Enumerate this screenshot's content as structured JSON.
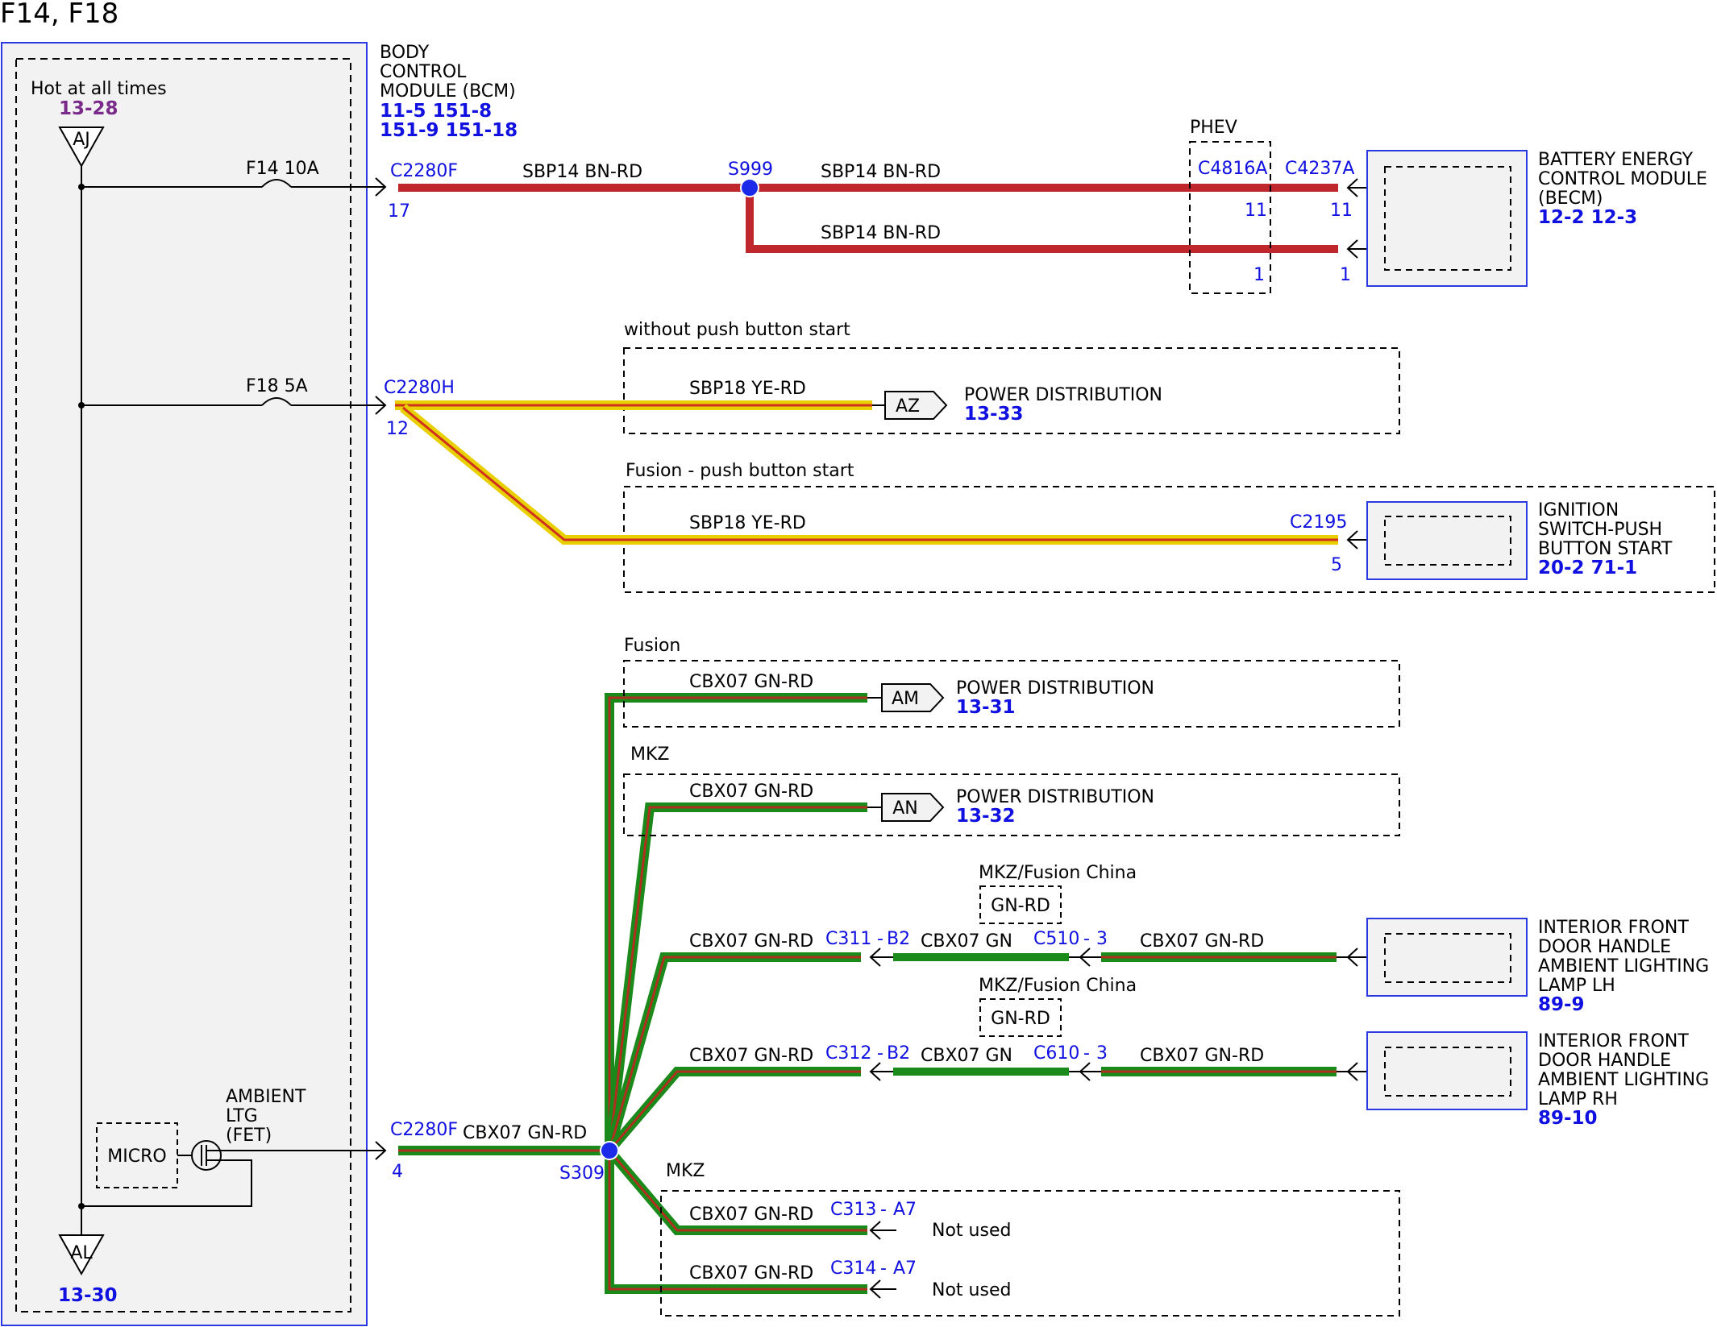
{
  "page_title": "F14, F18",
  "bcm": {
    "hot_label": "Hot at all times",
    "hot_ref": "13-28",
    "top_conn": "AJ",
    "bottom_conn": "AL",
    "bottom_ref": "13-30",
    "name_lines": [
      "BODY",
      "CONTROL",
      "MODULE (BCM)"
    ],
    "refs_line1": "11-5   151-8",
    "refs_line2": "151-9   151-18",
    "micro_label": "MICRO",
    "fet_lines": [
      "AMBIENT",
      "LTG",
      "(FET)"
    ],
    "fuse_f14": "F14   10A",
    "fuse_f18": "F18   5A",
    "c2280f_top": "C2280F",
    "c2280f_top_pin": "17",
    "c2280h": "C2280H",
    "c2280h_pin": "12",
    "c2280f_bottom": "C2280F",
    "c2280f_bottom_pin": "4"
  },
  "wires": {
    "sbp14": "SBP14   BN-RD",
    "sbp18": "SBP18   YE-RD",
    "cbx07": "CBX07   GN-RD",
    "cbx07_short": "CBX07   GN-RD",
    "cbx07_gn": "CBX07   GN",
    "gn_rd": "GN-RD"
  },
  "splices": {
    "s999": "S999",
    "s309": "S309"
  },
  "becm": {
    "phev": "PHEV",
    "c4816a": "C4816A",
    "c4237a": "C4237A",
    "pin11a": "11",
    "pin11b": "11",
    "pin1a": "1",
    "pin1b": "1",
    "name_lines": [
      "BATTERY ENERGY",
      "CONTROL MODULE",
      "(BECM)"
    ],
    "refs": "12-2   12-3"
  },
  "az_group": {
    "caption": "without push button start",
    "conn": "AZ",
    "label": "POWER DISTRIBUTION",
    "ref": "13-33"
  },
  "ignition": {
    "caption": "Fusion - push button start",
    "conn": "C2195",
    "pin": "5",
    "name_lines": [
      "IGNITION",
      "SWITCH-PUSH",
      "BUTTON START"
    ],
    "refs": "20-2   71-1"
  },
  "am_group": {
    "caption": "Fusion",
    "conn": "AM",
    "label": "POWER DISTRIBUTION",
    "ref": "13-31"
  },
  "an_group": {
    "caption": "MKZ",
    "conn": "AN",
    "label": "POWER DISTRIBUTION",
    "ref": "13-32"
  },
  "lh": {
    "option": "MKZ/Fusion China",
    "c311": "C311",
    "c311_pin": "B2",
    "c510": "C510",
    "c510_pin": "3",
    "name_lines": [
      "INTERIOR FRONT",
      "DOOR HANDLE",
      "AMBIENT LIGHTING",
      "LAMP LH"
    ],
    "ref": "89-9"
  },
  "rh": {
    "option": "MKZ/Fusion China",
    "c312": "C312",
    "c312_pin": "B2",
    "c610": "C610",
    "c610_pin": "3",
    "name_lines": [
      "INTERIOR FRONT",
      "DOOR HANDLE",
      "AMBIENT LIGHTING",
      "LAMP RH"
    ],
    "ref": "89-10"
  },
  "notused_group": {
    "caption": "MKZ",
    "c313": "C313",
    "c313_pin": "A7",
    "c314": "C314",
    "c314_pin": "A7",
    "not_used": "Not used"
  },
  "colors": {
    "bn_rd": "#c0272d",
    "ye_rd_outer": "#e8d000",
    "ye_rd_inner": "#d03020",
    "gn": "#1a8a1a",
    "gn_rd_inner": "#b03020",
    "splice": "#1a2ae8",
    "module_border": "#2a3ae0",
    "module_fill": "#f2f2f2"
  }
}
